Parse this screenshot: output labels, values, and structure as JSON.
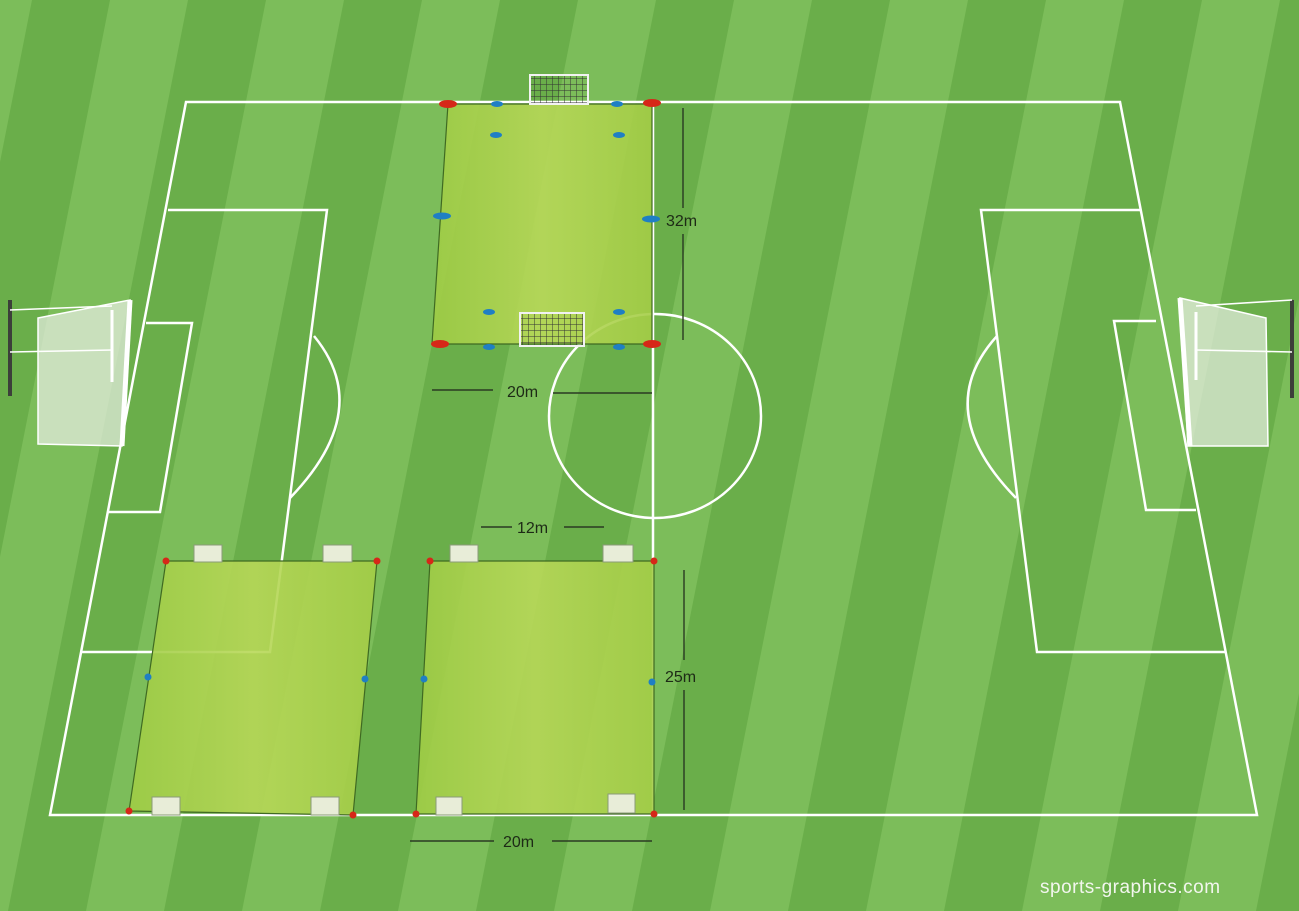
{
  "colors": {
    "grass_dark": "#6aae4a",
    "grass_light": "#7cbd5a",
    "pitch_lines": "#ffffff",
    "training_area_fill": "#b4d44e",
    "cone_red": "#d62718",
    "cone_blue": "#1f7fc4",
    "mini_goal": "#e8edd8"
  },
  "icons": [
    "full-size-goal-icon",
    "small-goal-icon",
    "mini-goal-icon",
    "red-cone-icon",
    "blue-cone-icon"
  ],
  "dimensions": {
    "top_area_length": "32m",
    "top_area_width": "20m",
    "gap_between_areas": "12m",
    "bottom_area_length": "25m",
    "bottom_area_width": "20m"
  },
  "watermark": "sports-graphics.com"
}
